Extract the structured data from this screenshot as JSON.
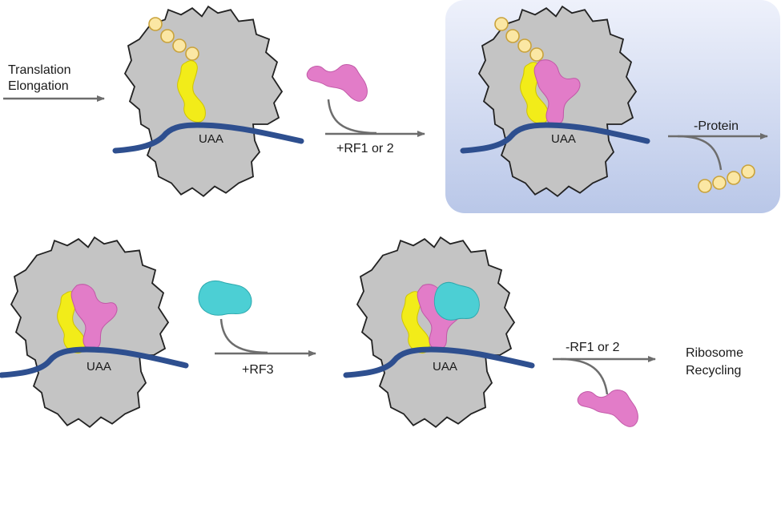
{
  "labels": {
    "translation_line1": "Translation",
    "translation_line2": "Elongation",
    "add_rf12": "+RF1 or 2",
    "minus_protein": "-Protein",
    "add_rf3": "+RF3",
    "minus_rf12": "-RF1 or 2",
    "recycling_line1": "Ribosome",
    "recycling_line2": "Recycling"
  },
  "codons": {
    "stage1": "UAA",
    "stage2": "UAA",
    "stage3": "UAA",
    "stage4": "UAA"
  },
  "colors": {
    "ribosome": "#c4c4c4",
    "mrna": "#2e4f8f",
    "trna": "#f2ec19",
    "rf12": "#e27cc8",
    "rf3": "#4ccfd4",
    "peptide_fill": "#fbe7a4",
    "peptide_stroke": "#c9a23a",
    "arrow": "#6d6d6d",
    "highlight_top": "#eef1fb",
    "highlight_bottom": "#b9c7e8"
  }
}
